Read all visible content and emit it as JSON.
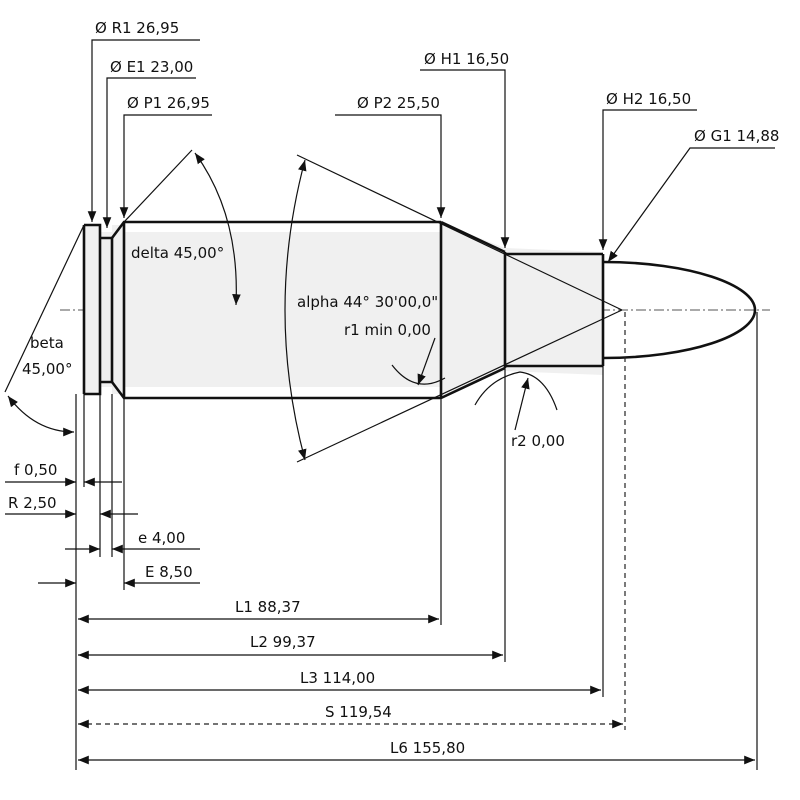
{
  "labels": {
    "R1": "Ø R1 26,95",
    "E1": "Ø E1 23,00",
    "P1": "Ø P1 26,95",
    "P2": "Ø P2 25,50",
    "H1": "Ø H1 16,50",
    "H2": "Ø H2 16,50",
    "G1": "Ø G1 14,88",
    "delta": "delta 45,00°",
    "beta_name": "beta",
    "beta_value": "45,00°",
    "alpha": "alpha 44° 30'00,0\"",
    "r1": "r1 min 0,00",
    "r2": "r2 0,00",
    "f": "f 0,50",
    "R": "R 2,50",
    "e": "e 4,00",
    "E": "E 8,50",
    "L1": "L1 88,37",
    "L2": "L2 99,37",
    "L3": "L3 114,00",
    "S": "S 119,54",
    "L6": "L6 155,80"
  },
  "colors": {
    "line": "#111111",
    "background": "#ffffff",
    "case_fill": "#f0f0f0"
  }
}
